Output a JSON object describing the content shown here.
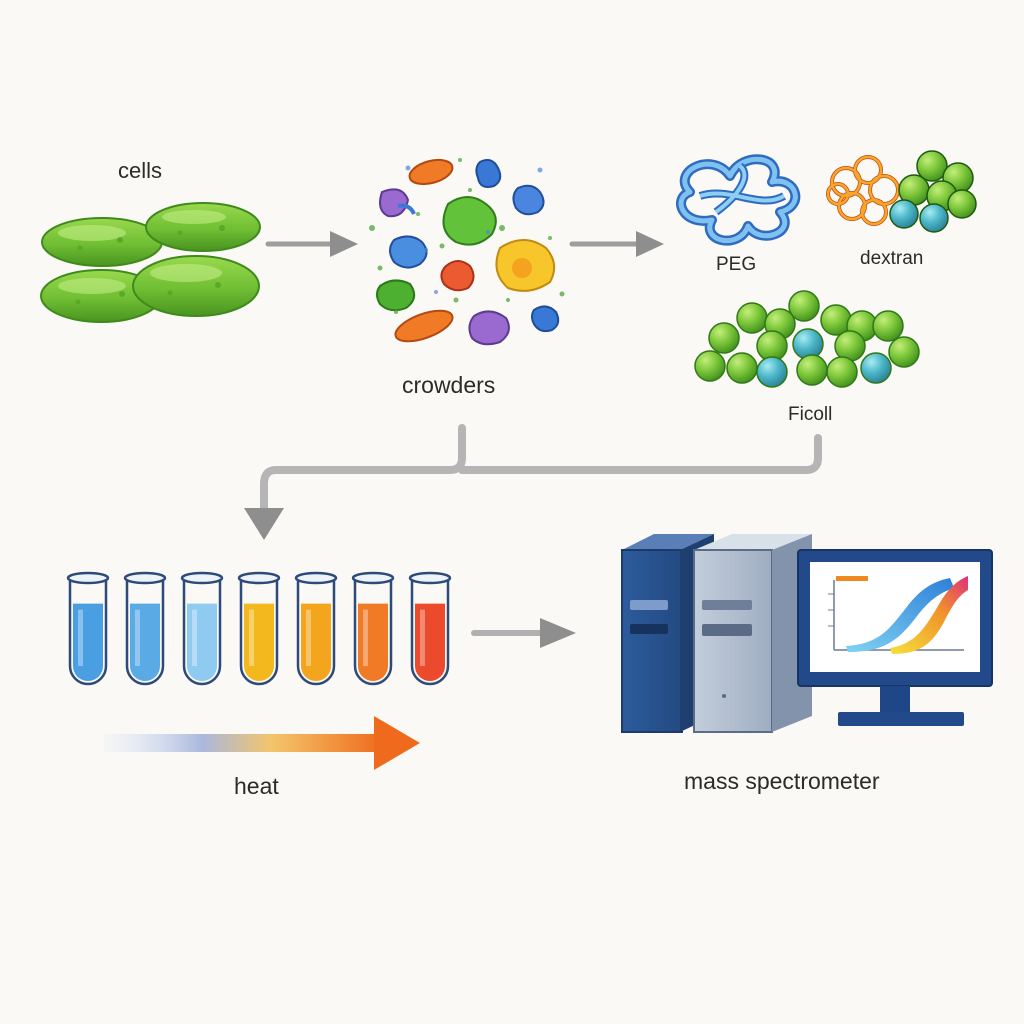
{
  "labels": {
    "cells": "cells",
    "crowders": "crowders",
    "peg": "PEG",
    "dextran": "dextran",
    "ficoll": "Ficoll",
    "heat": "heat",
    "mass_spectrometer": "mass spectrometer"
  },
  "colors": {
    "background": "#fbf9f6",
    "arrow_gray": "#8a8a8a",
    "cell_green": "#74c43c",
    "cell_green_dark": "#4e9a22",
    "peg_blue": "#4a90d9",
    "ficoll_green": "#7cc63a",
    "ficoll_teal": "#4bb6c8",
    "dextran_orange": "#f08a1e",
    "instrument_navy": "#2d4f87",
    "instrument_gray": "#a9b6c8",
    "heat_orange": "#f07a1e"
  },
  "tubes": [
    {
      "fill": "#4a9fe3",
      "level": 0.82
    },
    {
      "fill": "#5aaae6",
      "level": 0.82
    },
    {
      "fill": "#8fcbf0",
      "level": 0.82
    },
    {
      "fill": "#f4b81f",
      "level": 0.82
    },
    {
      "fill": "#f3a51e",
      "level": 0.82
    },
    {
      "fill": "#f07a26",
      "level": 0.82
    },
    {
      "fill": "#ec4a2c",
      "level": 0.82
    }
  ]
}
